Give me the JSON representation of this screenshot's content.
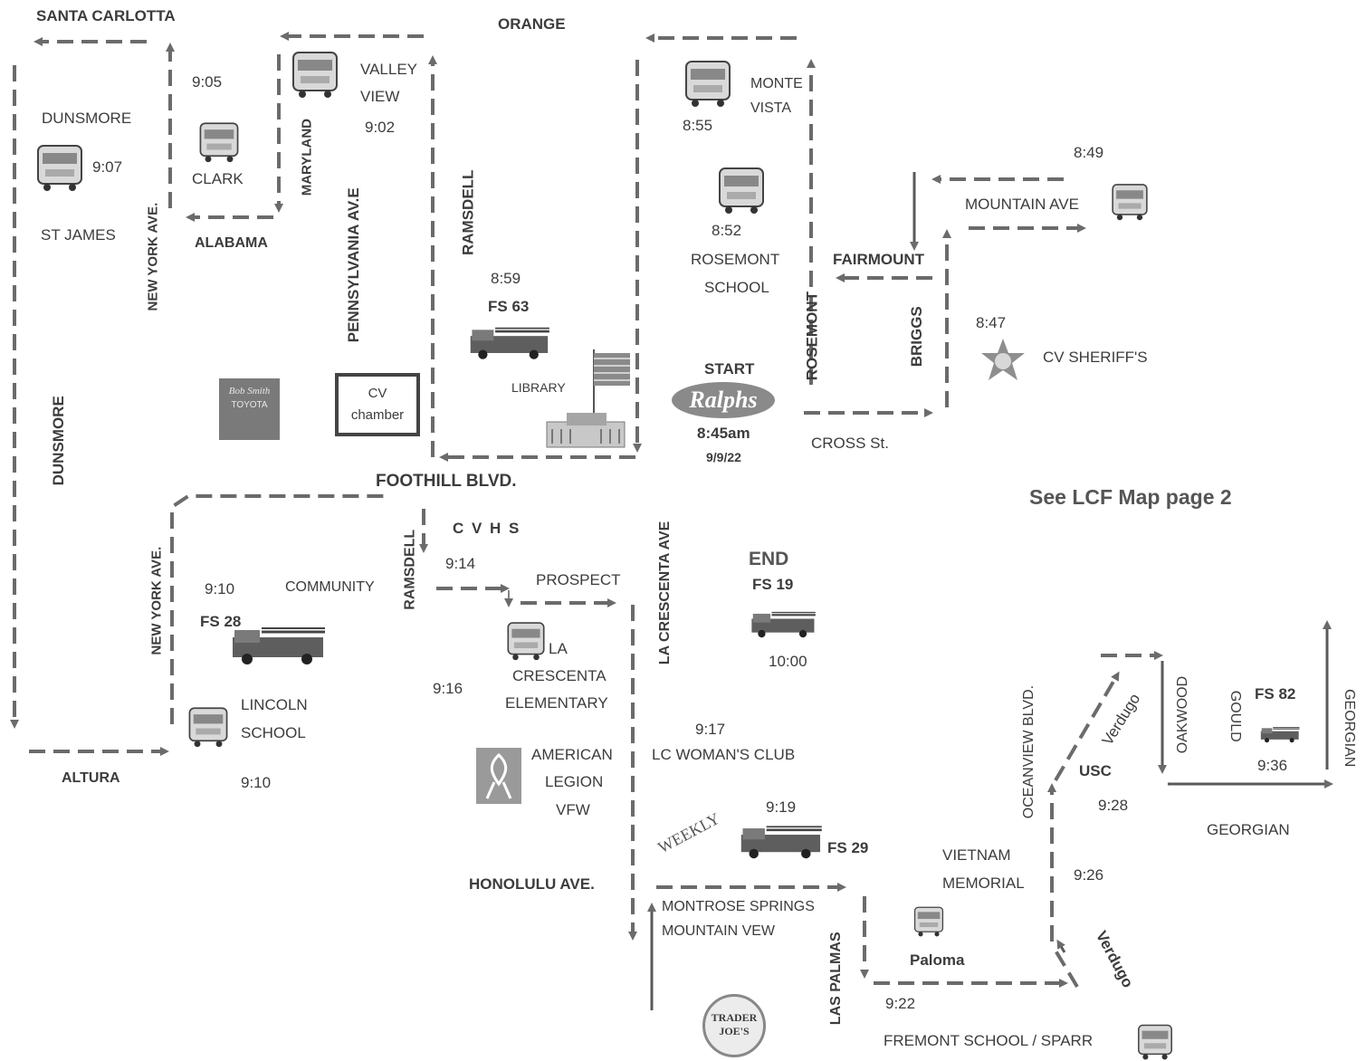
{
  "streets": {
    "santa_carlotta": "SANTA CARLOTTA",
    "orange": "ORANGE",
    "alabama": "ALABAMA",
    "maryland": "MARYLAND",
    "pennsylvania": "PENNSYLVANIA AV.E",
    "ramsdell_top": "RAMSDELL",
    "new_york_top": "NEW YORK AVE.",
    "dunsmore_side": "DUNSMORE",
    "foothill": "FOOTHILL BLVD.",
    "rosemont": "ROSEMONT",
    "briggs": "BRIGGS",
    "fairmount": "FAIRMOUNT",
    "mountain_ave": "MOUNTAIN AVE",
    "cross_st": "CROSS St.",
    "new_york_bottom": "NEW YORK AVE.",
    "ramsdell_bottom": "RAMSDELL",
    "prospect": "PROSPECT",
    "la_crescenta_ave": "LA CRESCENTA AVE",
    "altura": "ALTURA",
    "honolulu": "HONOLULU AVE.",
    "las_palmas": "LAS PALMAS",
    "oceanview": "OCEANVIEW BLVD.",
    "verdugo_upper": "Verdugo",
    "verdugo_lower": "Verdugo",
    "oakwood": "OAKWOOD",
    "gould": "GOULD",
    "georgian_side": "GEORGIAN",
    "georgian_bottom": "GEORGIAN"
  },
  "stops": {
    "dunsmore_name": "DUNSMORE",
    "dunsmore_time": "9:07",
    "st_james": "ST JAMES",
    "clark_name": "CLARK",
    "clark_time": "9:05",
    "valley_view_line1": "VALLEY",
    "valley_view_line2": "VIEW",
    "valley_view_time": "9:02",
    "fs63_time": "8:59",
    "fs63_name": "FS 63",
    "library": "LIBRARY",
    "monte_vista_line1": "MONTE",
    "monte_vista_line2": "VISTA",
    "monte_vista_time": "8:55",
    "rosemont_school_time": "8:52",
    "rosemont_school_line1": "ROSEMONT",
    "rosemont_school_line2": "SCHOOL",
    "mountain_time": "8:49",
    "sheriff_time": "8:47",
    "sheriff_name": "CV SHERIFF'S",
    "cv_chamber_line1": "CV",
    "cv_chamber_line2": "chamber",
    "start_label": "START",
    "ralphs_logo_text": "Ralphs",
    "start_time": "8:45am",
    "start_date": "9/9/22",
    "see_map": "See LCF Map page 2",
    "cvhs": "C V H S",
    "cvhs_time": "9:14",
    "community": "COMMUNITY",
    "fs28_time": "9:10",
    "fs28_name": "FS 28",
    "lincoln_line1": "LINCOLN",
    "lincoln_line2": "SCHOOL",
    "lincoln_time": "9:10",
    "lc_elem_time": "9:16",
    "lc_elem_line1": "LA",
    "lc_elem_line2": "CRESCENTA",
    "lc_elem_line3": "ELEMENTARY",
    "end_label": "END",
    "fs19_name": "FS 19",
    "end_time": "10:00",
    "legion_line1": "AMERICAN",
    "legion_line2": "LEGION",
    "legion_line3": "VFW",
    "womans_club_time": "9:17",
    "womans_club": "LC WOMAN'S CLUB",
    "fs29_time": "9:19",
    "fs29_name": "FS 29",
    "weekly_logo": "WEEKLY",
    "montrose_line1": "MONTROSE SPRINGS",
    "montrose_line2": "MOUNTAIN VEW",
    "vietnam_line1": "VIETNAM",
    "vietnam_line2": "MEMORIAL",
    "paloma": "Paloma",
    "paloma_time": "9:22",
    "fremont": "FREMONT SCHOOL / SPARR",
    "usc": "USC",
    "usc_time": "9:28",
    "oceanview_time": "9:26",
    "fs82_name": "FS 82",
    "fs82_time": "9:36",
    "trader_joes_line1": "TRADER",
    "trader_joes_line2": "JOE'S",
    "toyota_line1": "Bob Smith",
    "toyota_line2": "TOYOTA"
  },
  "colors": {
    "route": "#6b6b6b",
    "bus_yellow": "#d9d9d9",
    "engine_red": "#555555",
    "ralphs": "#8a8a8a"
  }
}
